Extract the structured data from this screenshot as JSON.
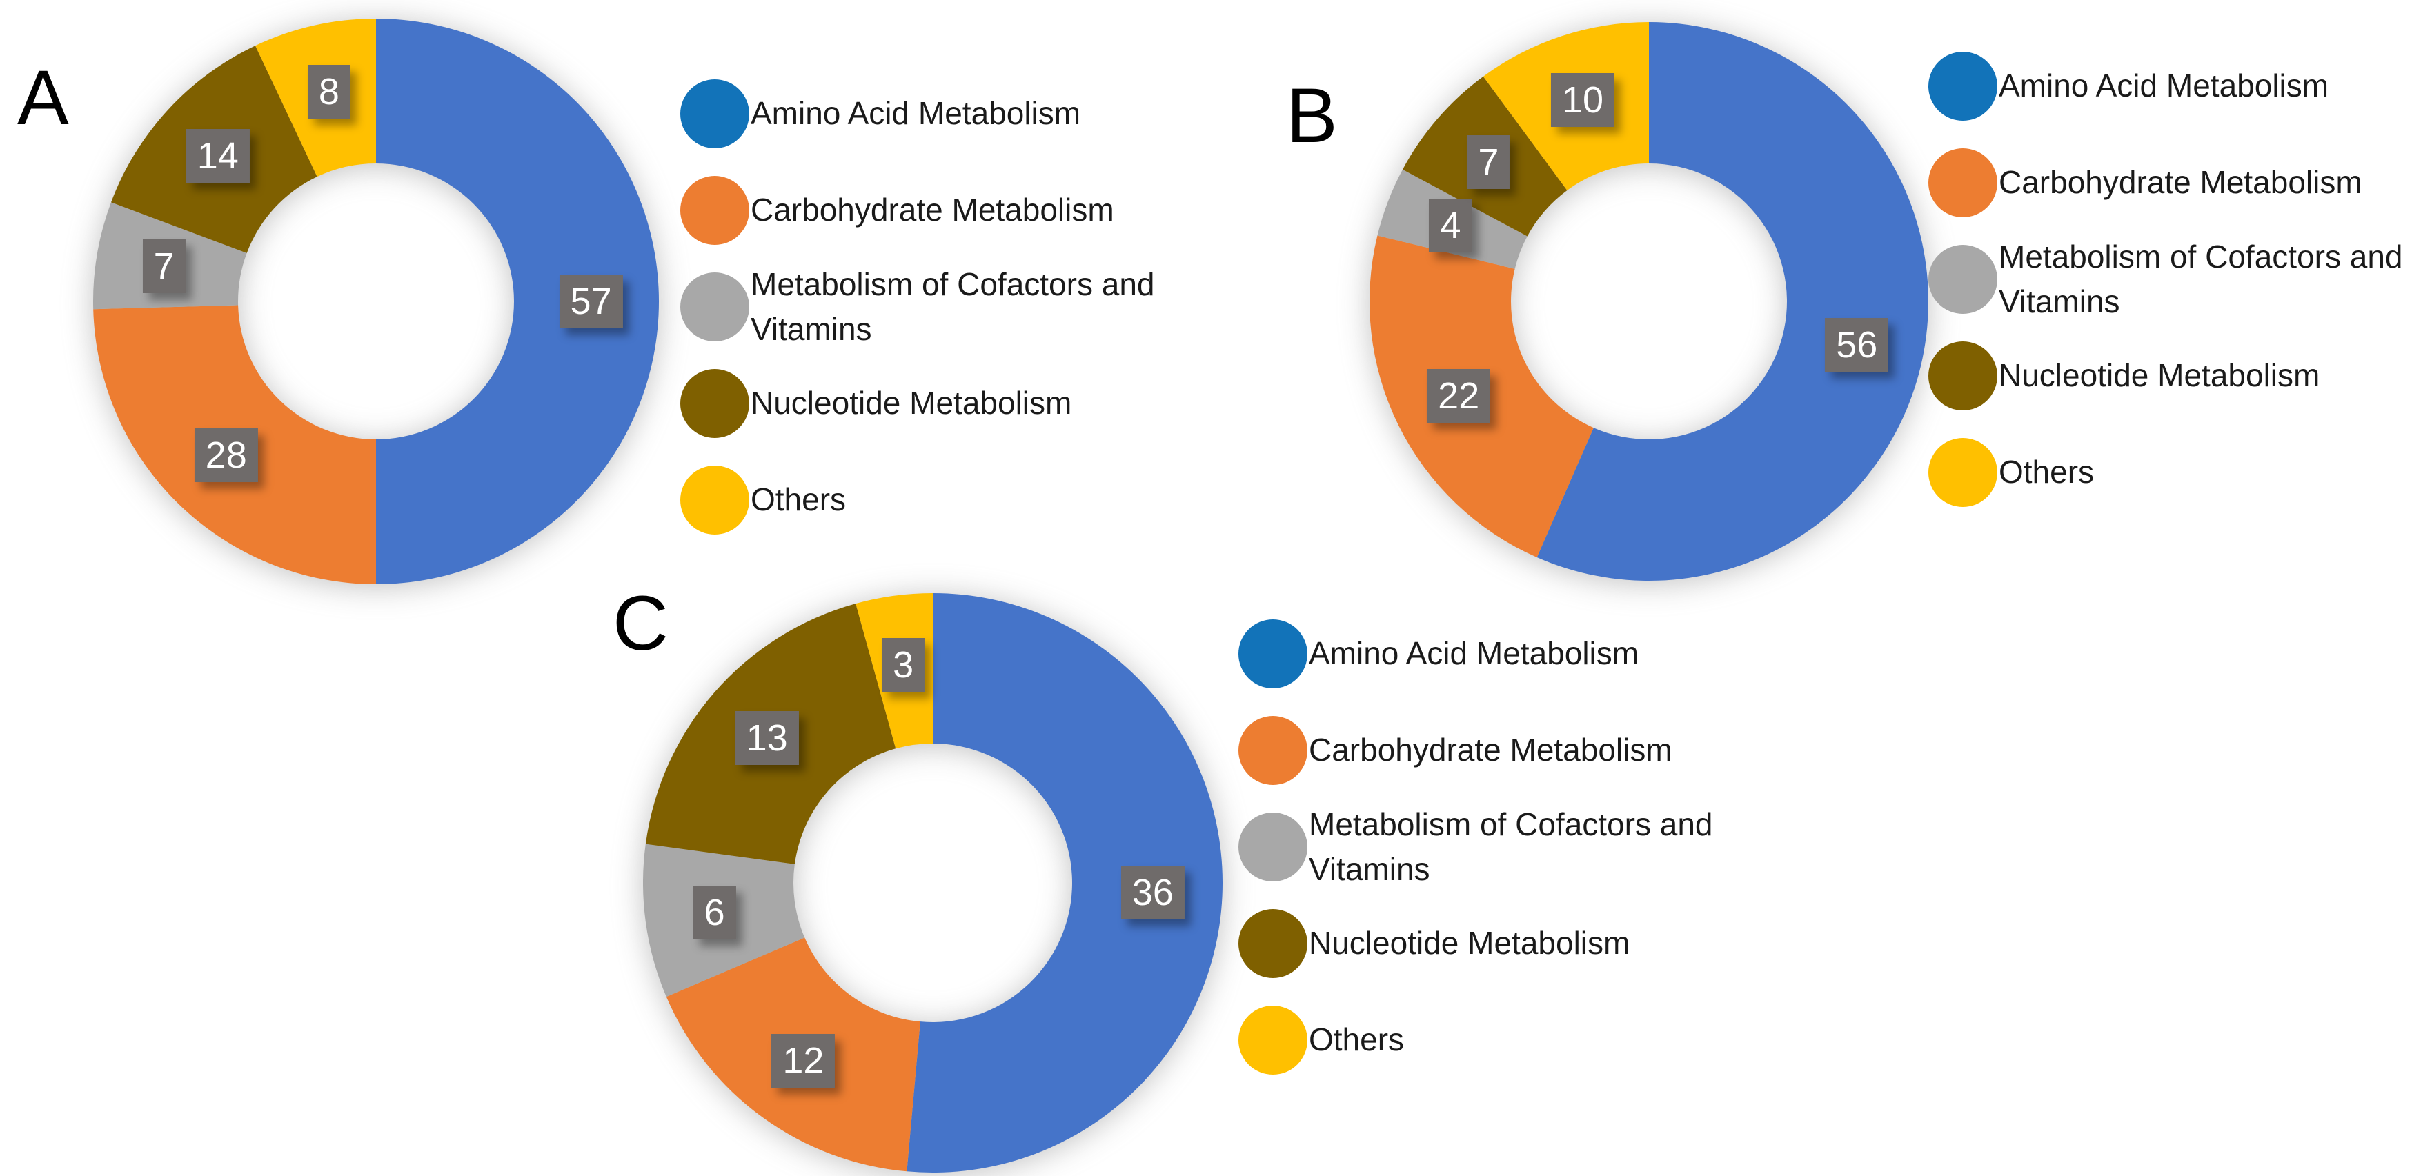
{
  "page": {
    "background_color": "#FFFFFF",
    "description_colors": {
      "pie_blue": "#4574C9",
      "pie_orange": "#ED7D31",
      "pie_gray": "#A8A8A8",
      "pie_olive": "#7F6000",
      "pie_yellow": "#FFC000",
      "legend_marker_blue": "#1273B9",
      "value_label_box": "#6F6B6A",
      "value_label_text": "#FFFFFF",
      "panel_letter_color": "#000000"
    }
  },
  "legend": {
    "entries": [
      "Amino Acid Metabolism",
      "Carbohydrate Metabolism",
      "Metabolism of Cofactors and Vitamins",
      "Nucleotide Metabolism",
      "Others"
    ],
    "marker_colors": [
      "#1273B9",
      "#ED7D31",
      "#A8A8A8",
      "#7F6000",
      "#FFC000"
    ]
  },
  "chart_data": [
    {
      "type": "pie",
      "subtype": "donut",
      "panel": "A",
      "categories": [
        "Amino Acid Metabolism",
        "Carbohydrate Metabolism",
        "Metabolism of Cofactors and Vitamins",
        "Nucleotide Metabolism",
        "Others"
      ],
      "values": [
        57,
        28,
        7,
        14,
        8
      ],
      "slice_colors": [
        "#4574C9",
        "#ED7D31",
        "#A8A8A8",
        "#7F6000",
        "#FFC000"
      ],
      "start_angle_deg": 0,
      "direction": "clockwise",
      "data_labels": "values shown in gray boxes",
      "legend_position": "right"
    },
    {
      "type": "pie",
      "subtype": "donut",
      "panel": "B",
      "categories": [
        "Amino Acid Metabolism",
        "Carbohydrate Metabolism",
        "Metabolism of Cofactors and Vitamins",
        "Nucleotide Metabolism",
        "Others"
      ],
      "values": [
        56,
        22,
        4,
        7,
        10
      ],
      "slice_colors": [
        "#4574C9",
        "#ED7D31",
        "#A8A8A8",
        "#7F6000",
        "#FFC000"
      ],
      "start_angle_deg": 0,
      "direction": "clockwise",
      "data_labels": "values shown in gray boxes",
      "legend_position": "right"
    },
    {
      "type": "pie",
      "subtype": "donut",
      "panel": "C",
      "categories": [
        "Amino Acid Metabolism",
        "Carbohydrate Metabolism",
        "Metabolism of Cofactors and Vitamins",
        "Nucleotide Metabolism",
        "Others"
      ],
      "values": [
        36,
        12,
        6,
        13,
        3
      ],
      "slice_colors": [
        "#4574C9",
        "#ED7D31",
        "#A8A8A8",
        "#7F6000",
        "#FFC000"
      ],
      "start_angle_deg": 0,
      "direction": "clockwise",
      "data_labels": "values shown in gray boxes",
      "legend_position": "right"
    }
  ]
}
